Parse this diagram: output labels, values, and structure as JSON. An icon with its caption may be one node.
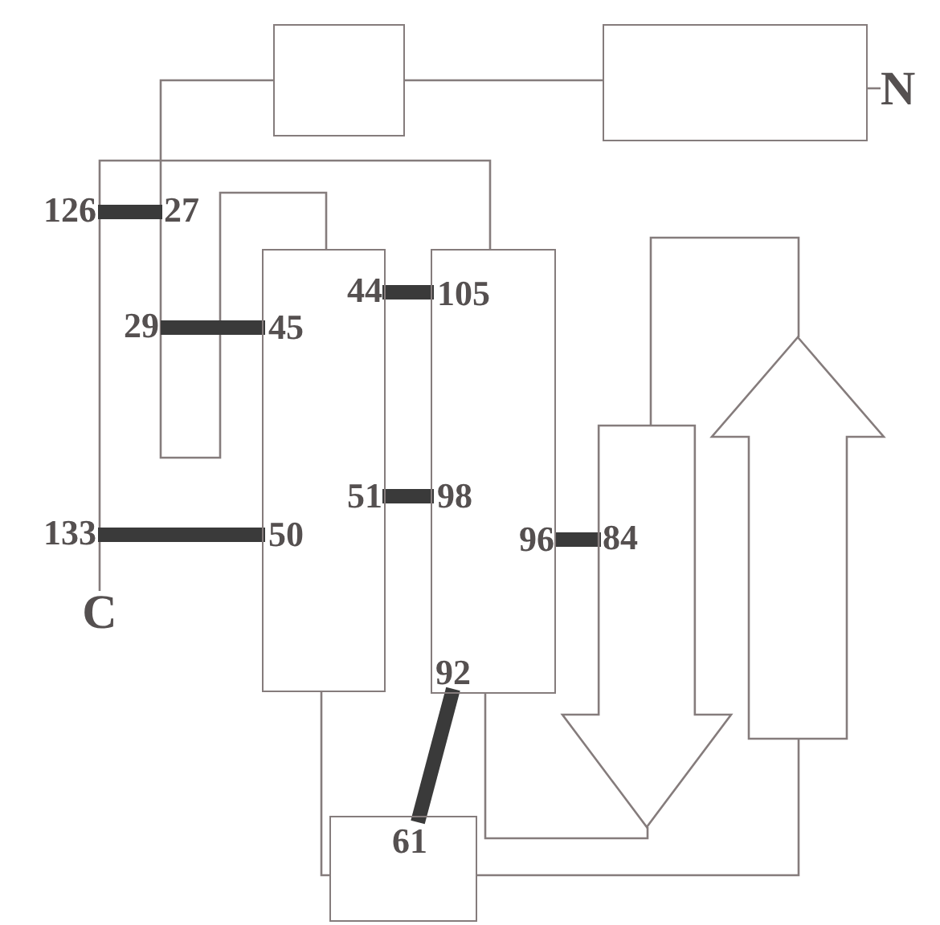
{
  "diagram": {
    "nodes": [
      {
        "text": [],
        "shape": "box"
      },
      {
        "text": [],
        "shape": "box"
      },
      {
        "text": [
          "N"
        ]
      },
      {
        "text": [
          "126"
        ]
      },
      {
        "text": [
          "27"
        ]
      },
      {
        "text": [],
        "shape": "box"
      },
      {
        "text": [
          "44"
        ],
        "in": 5
      },
      {
        "text": [],
        "shape": "box"
      },
      {
        "text": [
          "105"
        ],
        "in": 7
      },
      {
        "text": [
          "29"
        ]
      },
      {
        "text": [
          "45"
        ],
        "in": 5
      },
      {
        "text": [],
        "shape": "arrow"
      },
      {
        "text": [],
        "shape": "arrow"
      },
      {
        "text": [
          "51"
        ],
        "in": 5
      },
      {
        "text": [
          "98"
        ],
        "in": 7
      },
      {
        "text": [
          "133"
        ]
      },
      {
        "text": [
          "50"
        ],
        "in": 5
      },
      {
        "text": [
          "96"
        ],
        "in": 7
      },
      {
        "text": [
          "84"
        ],
        "in": 12
      },
      {
        "text": [
          "C"
        ]
      },
      {
        "text": [
          "92"
        ],
        "in": 7
      },
      {
        "text": [],
        "shape": "box"
      },
      {
        "text": [
          "61"
        ],
        "in": 21
      }
    ],
    "edges": [
      {
        "from": 2,
        "to": 1,
        "arrow": "none"
      },
      {
        "from": 1,
        "to": 0,
        "arrow": "none"
      },
      {
        "from": 0,
        "to": 5,
        "arrow": "none"
      },
      {
        "from": 5,
        "to": 21,
        "arrow": "none"
      },
      {
        "from": 21,
        "to": 11,
        "arrow": "none"
      },
      {
        "from": 11,
        "to": 12,
        "arrow": "none"
      },
      {
        "from": 12,
        "to": 7,
        "arrow": "none"
      },
      {
        "from": 7,
        "to": 19,
        "arrow": "none"
      },
      {
        "from": 3,
        "to": 4,
        "arrow": "none",
        "style": "thick",
        "color": "#3a3a3a"
      },
      {
        "from": 9,
        "to": 10,
        "arrow": "none",
        "style": "thick",
        "color": "#3a3a3a"
      },
      {
        "from": 6,
        "to": 8,
        "arrow": "none",
        "style": "thick",
        "color": "#3a3a3a"
      },
      {
        "from": 13,
        "to": 14,
        "arrow": "none",
        "style": "thick",
        "color": "#3a3a3a"
      },
      {
        "from": 15,
        "to": 16,
        "arrow": "none",
        "style": "thick",
        "color": "#3a3a3a"
      },
      {
        "from": 17,
        "to": 18,
        "arrow": "none",
        "style": "thick",
        "color": "#3a3a3a"
      },
      {
        "from": 20,
        "to": 22,
        "arrow": "none",
        "style": "thick",
        "color": "#3a3a3a"
      }
    ]
  }
}
